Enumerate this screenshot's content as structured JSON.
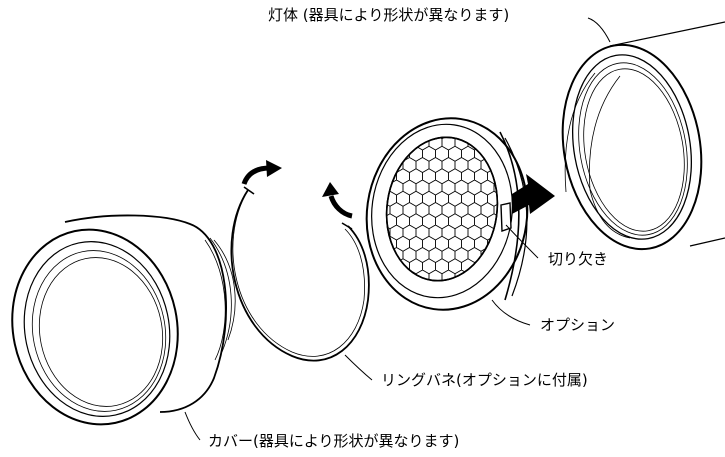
{
  "labels": {
    "lamp_body": "灯体 (器具により形状が異なります)",
    "notch": "切り欠き",
    "option": "オプション",
    "ring_spring": "リングバネ(オプションに付属)",
    "cover": "カバー(器具により形状が異なります)"
  },
  "icons": {
    "arrow_right": "arrow-right-icon",
    "arrow_curved_1": "curved-arrow-icon",
    "arrow_curved_2": "curved-arrow-icon"
  },
  "colors": {
    "line": "#000000",
    "background": "#ffffff"
  }
}
